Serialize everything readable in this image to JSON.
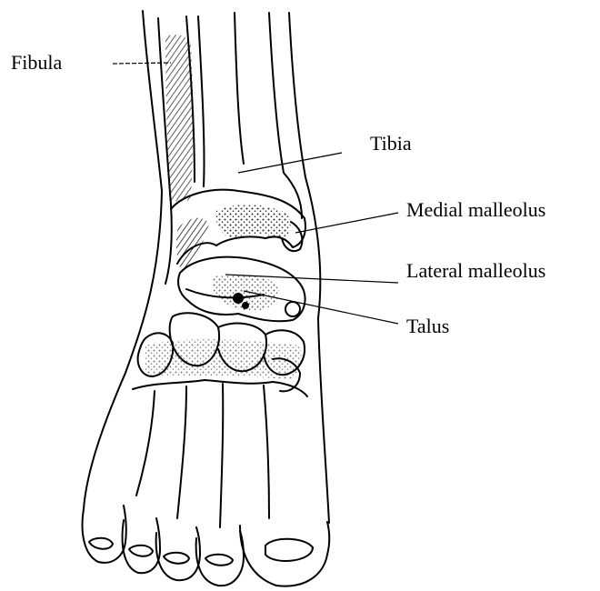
{
  "labels": {
    "fibula": "Fibula",
    "tibia": "Tibia",
    "medial_malleolus": "Medial malleolus",
    "lateral_malleolus": "Lateral malleolus",
    "talus": "Talus"
  },
  "colors": {
    "ink": "#000000",
    "background": "#ffffff"
  }
}
